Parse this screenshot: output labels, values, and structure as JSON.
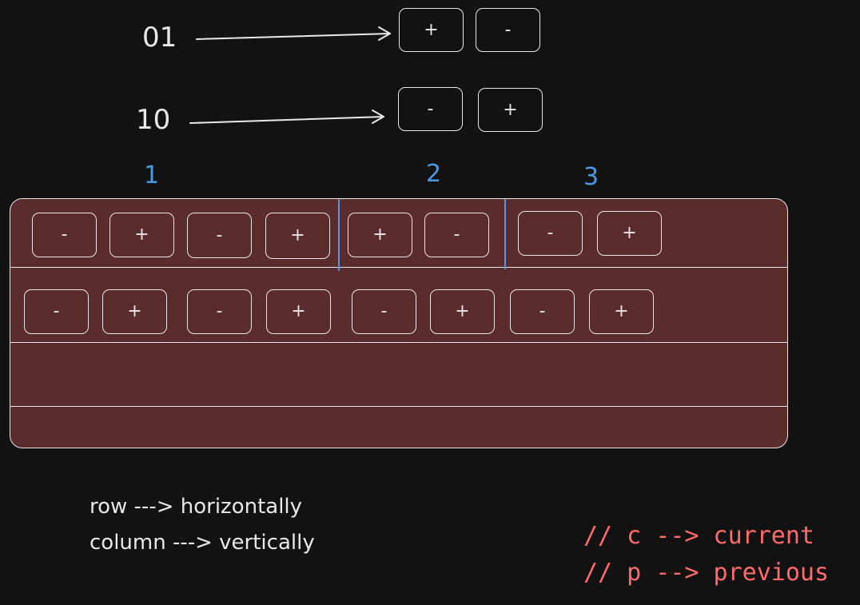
{
  "legend": {
    "label_01": "01",
    "label_10": "10",
    "boxes_01": [
      "+",
      "-"
    ],
    "boxes_10": [
      "-",
      "+"
    ]
  },
  "groups": [
    "1",
    "2",
    "3"
  ],
  "grid": {
    "row1": [
      "-",
      "+",
      "-",
      "+",
      "+",
      "-",
      "-",
      "+"
    ],
    "row2": [
      "-",
      "+",
      "-",
      "+",
      "-",
      "+",
      "-",
      "+"
    ]
  },
  "notes": {
    "row_text": "row ---> horizontally",
    "column_text": "column ---> vertically"
  },
  "comments": {
    "current": "// c --> current",
    "previous": "// p --> previous"
  },
  "colors": {
    "background": "#121212",
    "panel": "#5a2c2c",
    "stroke": "#e8e8e8",
    "divider": "#4a9be6",
    "comment": "#ff6b6b"
  }
}
